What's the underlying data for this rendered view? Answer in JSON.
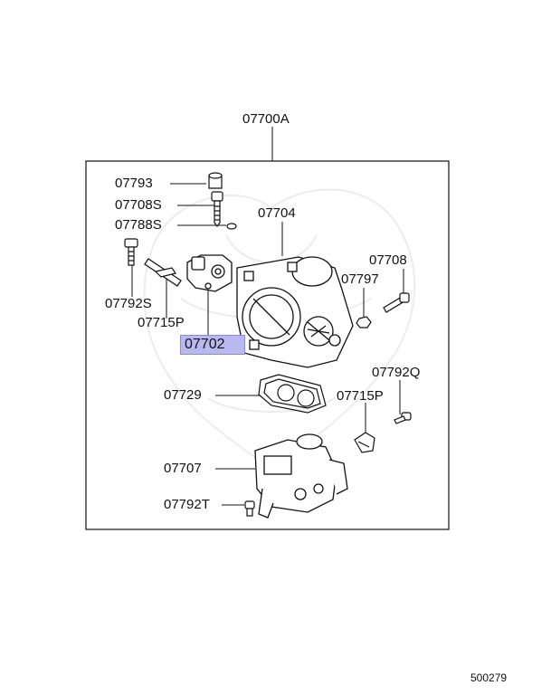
{
  "diagram": {
    "assembly_label": "07700A",
    "highlighted_part": "07702",
    "document_number": "500279",
    "parts": [
      {
        "id": "07793"
      },
      {
        "id": "07708S"
      },
      {
        "id": "07788S"
      },
      {
        "id": "07704"
      },
      {
        "id": "07708"
      },
      {
        "id": "07797"
      },
      {
        "id": "07792S"
      },
      {
        "id": "07715P"
      },
      {
        "id": "07702"
      },
      {
        "id": "07792Q"
      },
      {
        "id": "07729"
      },
      {
        "id": "07715P"
      },
      {
        "id": "07707"
      },
      {
        "id": "07792T"
      }
    ],
    "highlight_color": "#b9b9f2"
  }
}
